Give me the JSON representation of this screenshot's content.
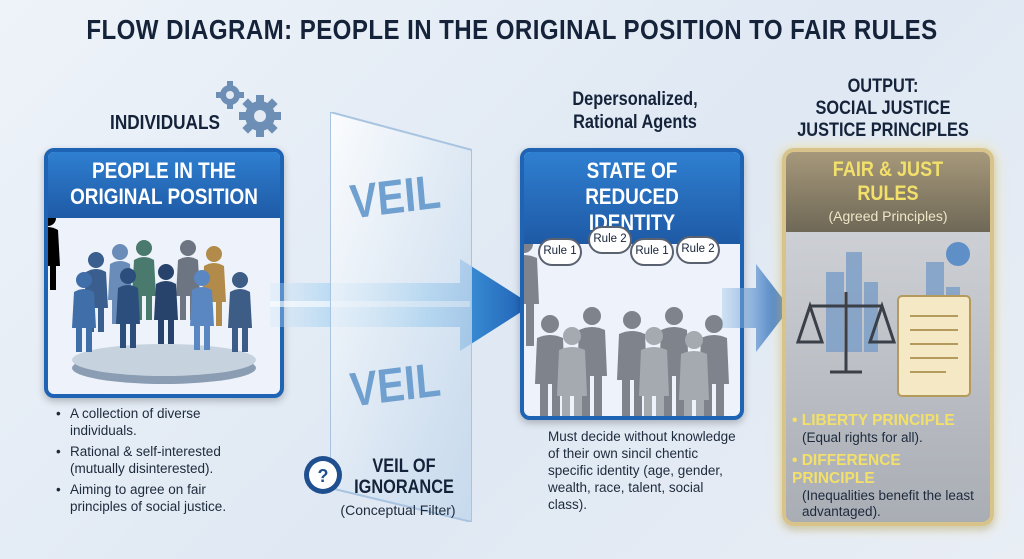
{
  "title": "FLOW DIAGRAM: PEOPLE IN THE ORIGINAL POSITION TO FAIR RULES",
  "left": {
    "label": "INDIVIDUALS",
    "card_title": "PEOPLE IN THE ORIGINAL POSITION",
    "bullets": [
      "A collection of diverse individuals.",
      "Rational & self-interested (mutually disinterested).",
      "Aiming to agree on fair principles of social justice."
    ]
  },
  "veil": {
    "text_top": "VEIL",
    "text_bottom": "VEIL",
    "label_title": "VEIL OF IGNORANCE",
    "label_sub": "(Conceptual Filter)",
    "icon_glyph": "?"
  },
  "middle": {
    "label": "Depersonalized, Rational Agents",
    "card_title": "STATE OF REDUCED IDENTITY",
    "bubbles": [
      "Rule 1",
      "Rule 2",
      "Rule 1",
      "Rule 2"
    ],
    "description": "Must decide without knowledge of their own sincil chentic specific identity (age, gender, wealth, race, talent, social class)."
  },
  "right": {
    "label_line1": "OUTPUT:",
    "label_line2": "SOCIAL JUSTICE",
    "label_line3": "JUSTICE PRINCIPLES",
    "card_title": "FAIR & JUST RULES",
    "card_subtitle": "(Agreed Principles)",
    "principles": [
      {
        "title": "LIBERTY PRINCIPLE",
        "desc": "(Equal rights for all)."
      },
      {
        "title": "DIFFERENCE PRINCIPLE",
        "desc": "(Inequalities benefit the least advantaged)."
      }
    ]
  },
  "colors": {
    "primary_blue": "#1f63b5",
    "gold_border": "#d8c48a",
    "principle_gold": "#f2e06a"
  }
}
